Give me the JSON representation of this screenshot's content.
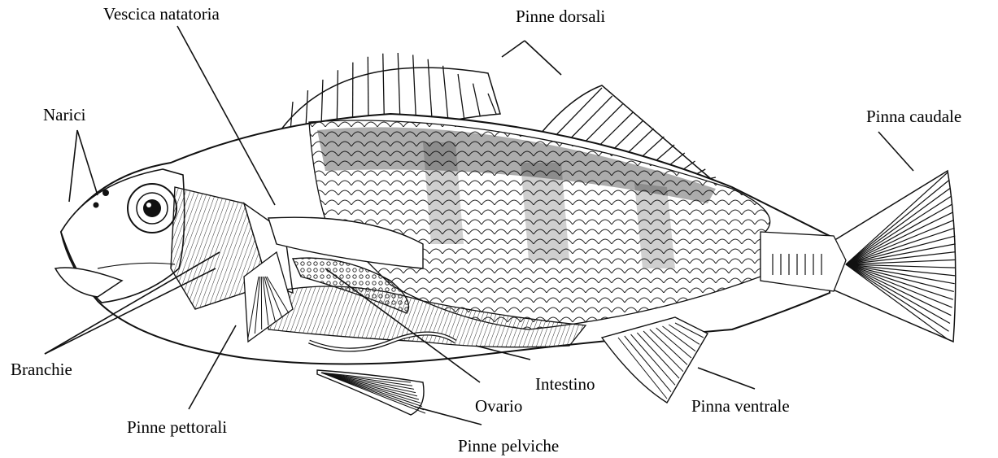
{
  "labels": {
    "vescica": "Vescica natatoria",
    "pinne_dorsali": "Pinne dorsali",
    "narici": "Narici",
    "pinna_caudale": "Pinna caudale",
    "branchie": "Branchie",
    "intestino": "Intestino",
    "ovario": "Ovario",
    "pinna_ventrale": "Pinna ventrale",
    "pinne_pettorali": "Pinne pettorali",
    "pinne_pelviche": "Pinne pelviche"
  }
}
